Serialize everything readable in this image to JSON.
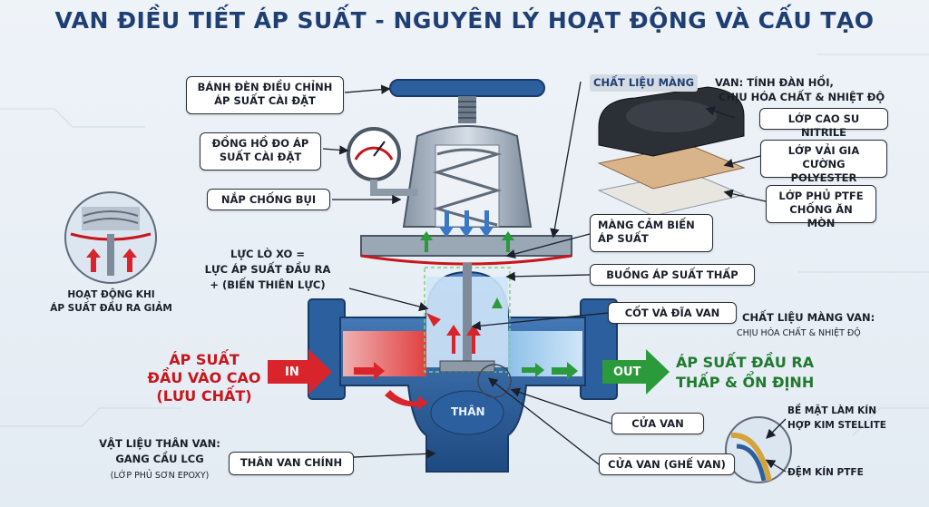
{
  "title": "VAN ĐIỀU TIẾT ÁP SUẤT - NGUYÊN LÝ HOẠT ĐỘNG VÀ CẤU TẠO",
  "labels": {
    "handwheel": "BÁNH ĐÈN ĐIỀU CHỈNH ÁP SUẤT CÀI ĐẶT",
    "gauge": "ĐỒNG HỒ ĐO ÁP SUẤT CÀI ĐẶT",
    "dust_cap": "NẮP CHỐNG BỤI",
    "spring_force_1": "LỰC LÒ XO =",
    "spring_force_2": "LỰC ÁP SUẤT ĐẦU RA",
    "spring_force_3": "+ (BIẾN THIÊN LỰC)",
    "inset_left_1": "HOẠT ĐỘNG KHI",
    "inset_left_2": "ÁP SUẤT ĐẦU RA GIẢM",
    "inlet_1": "ÁP  SUẤT",
    "inlet_2": "ĐẦU VÀO CAO",
    "inlet_3": "(LƯU CHẤT)",
    "in_arrow": "IN",
    "out_arrow": "OUT",
    "outlet_1": "ÁP SUẤT ĐẦU RA",
    "outlet_2": "THẤP & ỔN ĐỊNH",
    "body_material_1": "VẬT LIỆU THÂN VAN:",
    "body_material_2": "GANG CẦU LCG",
    "body_material_3": "(LỚP PHỦ SƠN EPOXY)",
    "main_body": "THÂN VAN CHÍNH",
    "body_text": "THÂN",
    "membrane_sensor_1": "MÀNG CẢM BIẾN",
    "membrane_sensor_2": "ÁP SUẤT",
    "low_chamber": "BUỒNG ÁP SUẤT THẤP",
    "stem_disc": "CỐT VÀ ĐĨA VAN",
    "membrane_material2_1": "CHẤT LIỆU MÀNG VAN:",
    "membrane_material2_2": "CHỊU HÓA CHẤT & NHIỆT ĐỘ",
    "port": "CỬA VAN",
    "seat": "CỬA VAN (GHẾ VAN)",
    "mem_title_a": "CHẤT LIỆU MÀNG",
    "mem_title_b": " VAN: TÍNH ĐÀN HỒI,",
    "mem_title_c": "CHỊU HÓA CHẤT & NHIỆT ĐỘ",
    "layer_nitrile": "LỚP CAO SU NITRILE",
    "layer_polyester_1": "LỚP VẢI GIA CƯỜNG",
    "layer_polyester_2": "POLYESTER",
    "layer_ptfe_1": "LỚP PHỦ PTFE",
    "layer_ptfe_2": "CHỐNG ĂN MÒN",
    "seal_surface_1": "BỀ MẶT LÀM KÍN",
    "seal_surface_2": "HỢP KIM STELLITE",
    "ptfe_seal": "ĐỆM KÍN PTFE"
  },
  "colors": {
    "title": "#1f3f73",
    "valve_blue": "#2c5f9e",
    "inlet_red": "#c8161c",
    "outlet_green": "#1f7a2e"
  }
}
